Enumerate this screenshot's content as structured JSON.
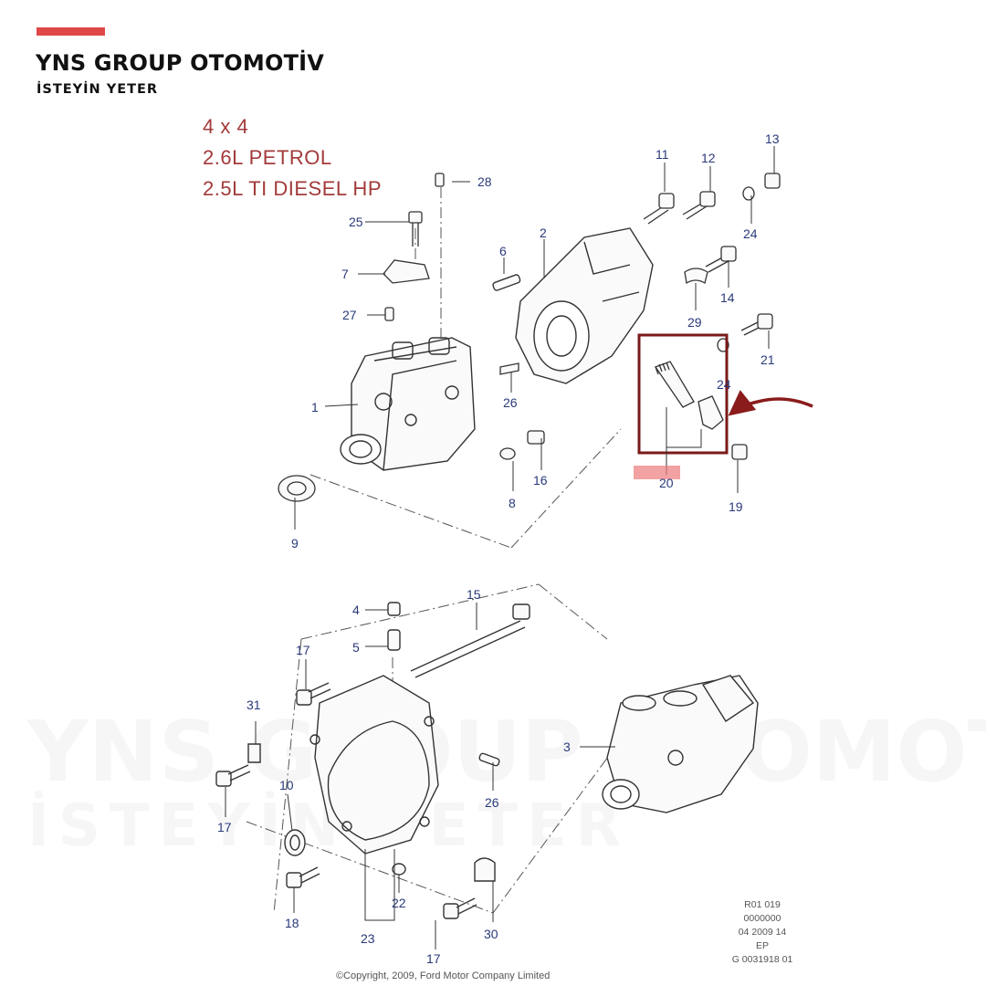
{
  "brand": {
    "name": "YNS GROUP OTOMOTİV",
    "tagline": "İSTEYİN YETER",
    "accent_color": "#e04848"
  },
  "spec_lines": [
    "4 x 4",
    "2.6L PETROL",
    "2.5L TI DIESEL HP"
  ],
  "callouts": {
    "c1": "1",
    "c2": "2",
    "c3": "3",
    "c4": "4",
    "c5": "5",
    "c6": "6",
    "c7": "7",
    "c8": "8",
    "c9": "9",
    "c10": "10",
    "c11": "11",
    "c12": "12",
    "c13": "13",
    "c14": "14",
    "c15": "15",
    "c16": "16",
    "c17a": "17",
    "c17b": "17",
    "c17c": "17",
    "c18": "18",
    "c19": "19",
    "c20": "20",
    "c21": "21",
    "c22": "22",
    "c23": "23",
    "c24a": "24",
    "c24b": "24",
    "c25": "25",
    "c26a": "26",
    "c26b": "26",
    "c27": "27",
    "c28": "28",
    "c29": "29",
    "c30": "30",
    "c31": "31"
  },
  "highlight": {
    "part": "20",
    "frame_color": "#7a1a1a",
    "arrow_color": "#8a1c1c"
  },
  "copyright": "©Copyright, 2009, Ford Motor Company Limited",
  "reference": [
    "R01 019",
    "0000000",
    "04 2009 14",
    "EP",
    "G 0031918 01"
  ],
  "watermark": {
    "name": "YNS GROUP OTOMOTİV",
    "tagline": "İSTEYİN YETER"
  }
}
